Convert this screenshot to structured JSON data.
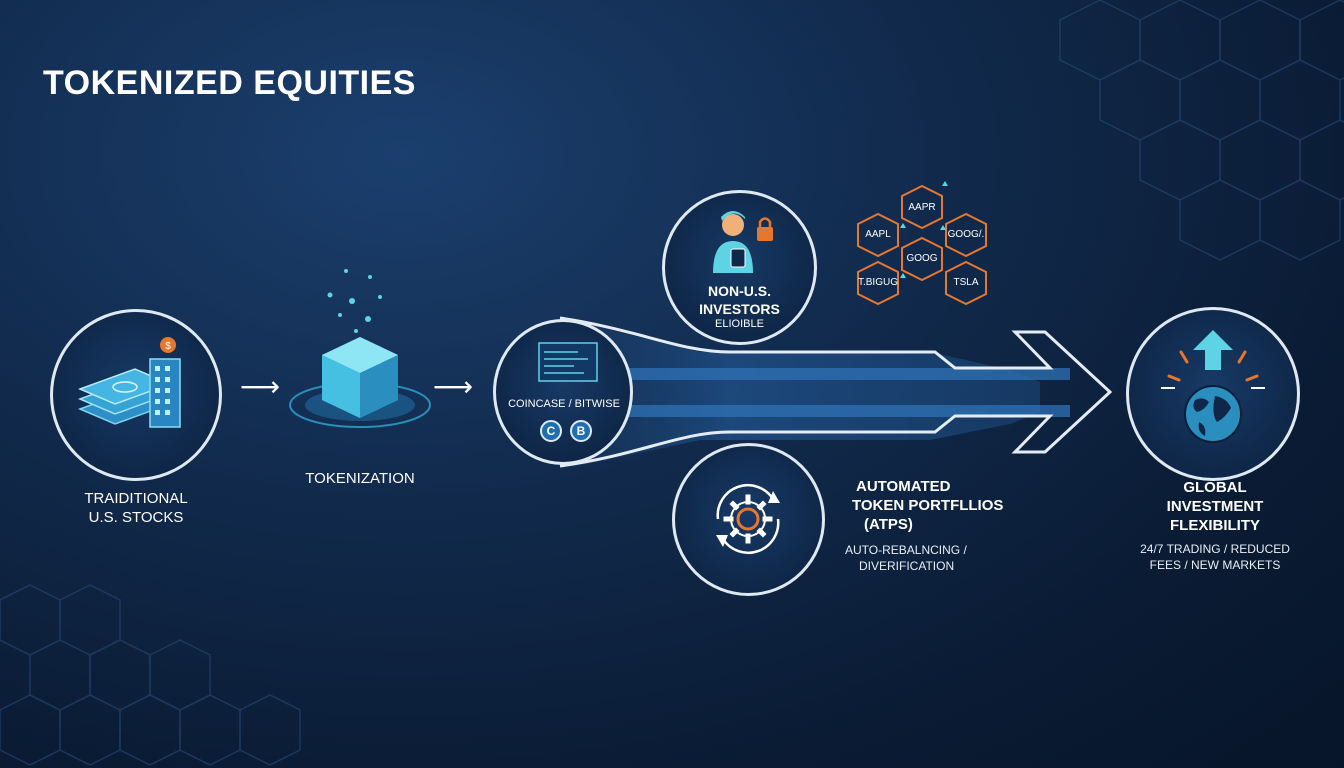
{
  "title": "TOKENIZED EQUITIES",
  "stages": {
    "traditional": {
      "line1": "TRAIDITIONAL",
      "line2": "U.S. STOCKS"
    },
    "tokenization": {
      "label": "TOKENIZATION"
    },
    "platforms": {
      "label": "COINCASE / BITWISE",
      "badge_c": "C",
      "badge_b": "B"
    },
    "investors": {
      "line1": "NON-U.S.",
      "line2": "INVESTORS",
      "line3": "ELIOIBLE"
    },
    "atps": {
      "line1": "AUTOMATED",
      "line2": "TOKEN PORTFLLIOS",
      "line3": "(ATPS)",
      "sub1": "AUTO-REBALNCING /",
      "sub2": "DIVERIFICATION"
    },
    "global": {
      "line1": "GLOBAL",
      "line2": "INVESTMENT",
      "line3": "FLEXIBILITY",
      "sub1": "24/7 TRADING / REDUCED",
      "sub2": "FEES / NEW MARKETS"
    }
  },
  "tickers": [
    "AAPR",
    "AAPL",
    "GOOG/.",
    "GOOG",
    "T.BIGUG",
    "TSLA"
  ],
  "colors": {
    "accent_cyan": "#5fd3e6",
    "accent_orange": "#e8772e",
    "circle_border": "#dfe9f2",
    "background": "#0e2444"
  }
}
